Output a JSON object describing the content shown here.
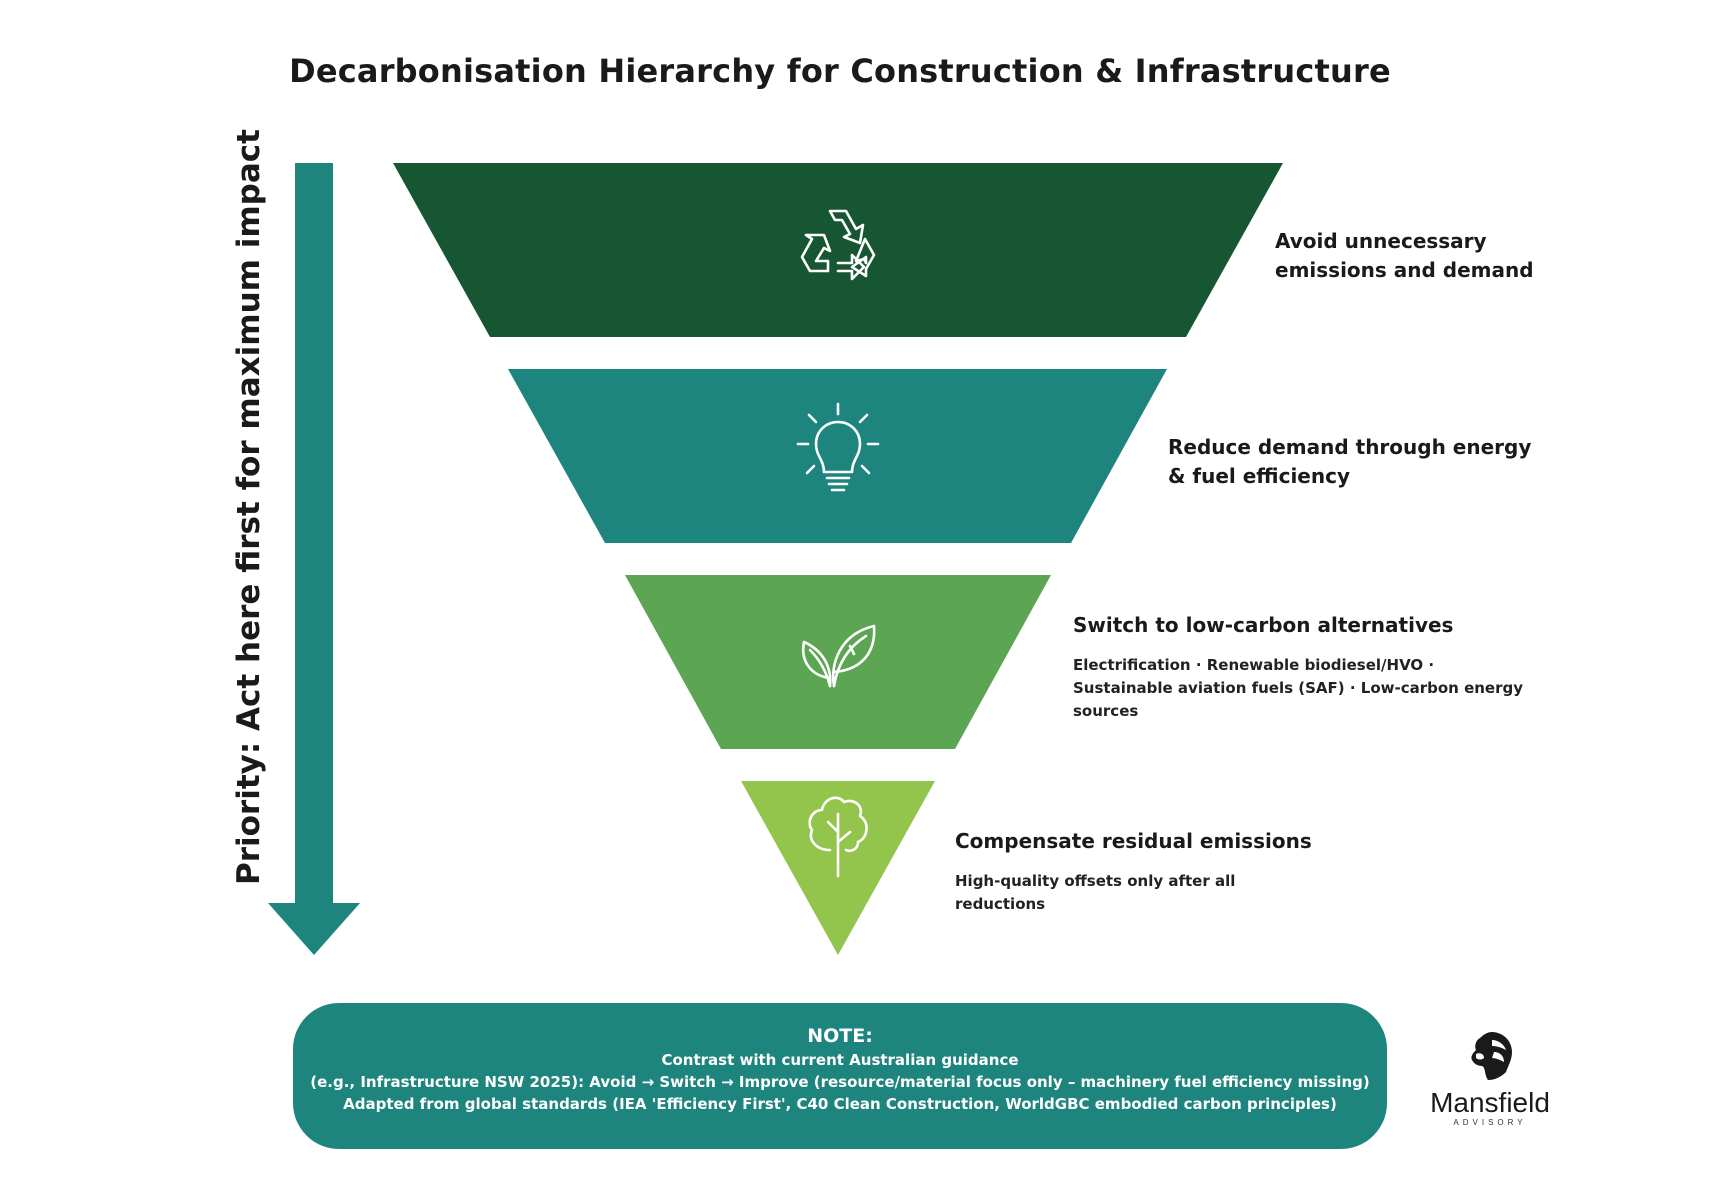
{
  "title": "Decarbonisation Hierarchy for Construction & Infrastructure",
  "priority_label": "Priority: Act here first for maximum impact",
  "tiers": [
    {
      "heading": "Avoid unnecessary emissions and demand",
      "heading_lines": [
        "Avoid unnecessary",
        "emissions and demand"
      ],
      "icon": "recycle-icon",
      "color": "#165632"
    },
    {
      "heading": "Reduce demand through energy & fuel efficiency",
      "heading_lines": [
        "Reduce demand through energy",
        "& fuel efficiency"
      ],
      "icon": "lightbulb-icon",
      "color": "#1e857e"
    },
    {
      "heading": "Switch to low-carbon alternatives",
      "icon": "leaf-icon",
      "color": "#5ba553",
      "detail_lines": [
        "Electrification · Renewable biodiesel/HVO ·",
        "Sustainable aviation fuels (SAF) · Low-carbon energy",
        "sources"
      ]
    },
    {
      "heading": "Compensate residual emissions",
      "icon": "tree-icon",
      "color": "#93c44c",
      "detail_lines": [
        "High-quality offsets only after all",
        "reductions"
      ]
    }
  ],
  "arrow_color": "#1e857e",
  "note": {
    "title": "NOTE:",
    "lines": [
      "Contrast with current Australian guidance",
      "(e.g., Infrastructure NSW 2025): Avoid → Switch → Improve (resource/material focus only – machinery fuel efficiency missing)",
      "Adapted from global standards (IEA 'Efficiency First', C40 Clean Construction, WorldGBC embodied carbon principles)"
    ],
    "color": "#1e857e"
  },
  "logo": {
    "name": "Mansfield",
    "tagline": "ADVISORY",
    "icon": "lion-head-icon"
  }
}
